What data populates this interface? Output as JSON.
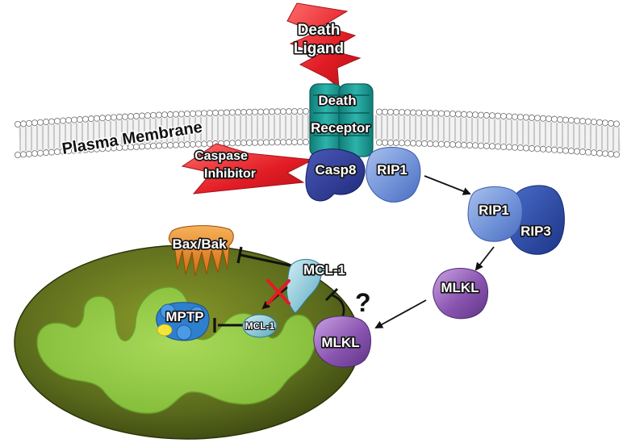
{
  "labels": {
    "death_ligand_line1": "Death",
    "death_ligand_line2": "Ligand",
    "death_receptor_line1": "Death",
    "death_receptor_line2": "Receptor",
    "plasma_membrane": "Plasma Membrane",
    "caspase_inhibitor_line1": "Caspase",
    "caspase_inhibitor_line2": "Inhibitor",
    "casp8": "Casp8",
    "rip1_receptor": "RIP1",
    "rip1_complex": "RIP1",
    "rip3": "RIP3",
    "mlkl_cytosol": "MLKL",
    "mlkl_mito": "MLKL",
    "bax_bak": "Bax/Bak",
    "mcl1_outer": "MCL-1",
    "mcl1_inner": "MCL-1",
    "mptp": "MPTP",
    "question_mark": "?"
  },
  "colors": {
    "ligand_red": "#e8202a",
    "receptor_teal": "#1c9a93",
    "casp8_navy": "#2c3a95",
    "rip1_blue": "#6d8fd6",
    "rip3_blue": "#23429a",
    "mlkl_purple": "#8a55b0",
    "bax_orange": "#e8891f",
    "mito_outer": "#4d5b17",
    "mito_inner": "#8dc63f",
    "mcl1_teal": "#7cc4d6",
    "mptp_blue": "#2f7fcf",
    "inhibit_x_red": "#e8202a"
  }
}
